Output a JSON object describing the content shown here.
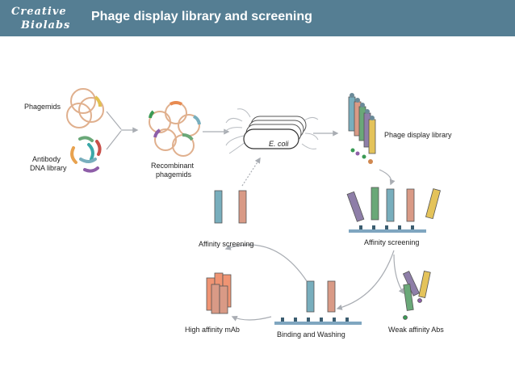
{
  "header": {
    "title": "Phage display library and screening",
    "logo_line1": "Creative",
    "logo_line2": "Biolabs",
    "background": "#557e93"
  },
  "labels": {
    "phagemids": "Phagemids",
    "antibody_library_line1": "Antibody",
    "antibody_library_line2": "DNA library",
    "recombinant_line1": "Recombinant",
    "recombinant_line2": "phagemids",
    "ecoli": "E. coli",
    "phage_display_library": "Phage display library",
    "affinity_screening_right": "Affinity screening",
    "affinity_screening_left": "Affinity screening",
    "binding_washing": "Binding and Washing",
    "high_affinity": "High affinity mAb",
    "weak_affinity": "Weak affinity Abs"
  },
  "colors": {
    "phage_teal": "#78aebd",
    "phage_salmon": "#d99a86",
    "phage_green": "#6aa878",
    "phage_purple": "#8e7ea8",
    "phage_yellow": "#e4c35a",
    "arrow_gray": "#a9adb3",
    "plate_blue": "#7fa6c0",
    "orange_bright": "#ef9473"
  }
}
